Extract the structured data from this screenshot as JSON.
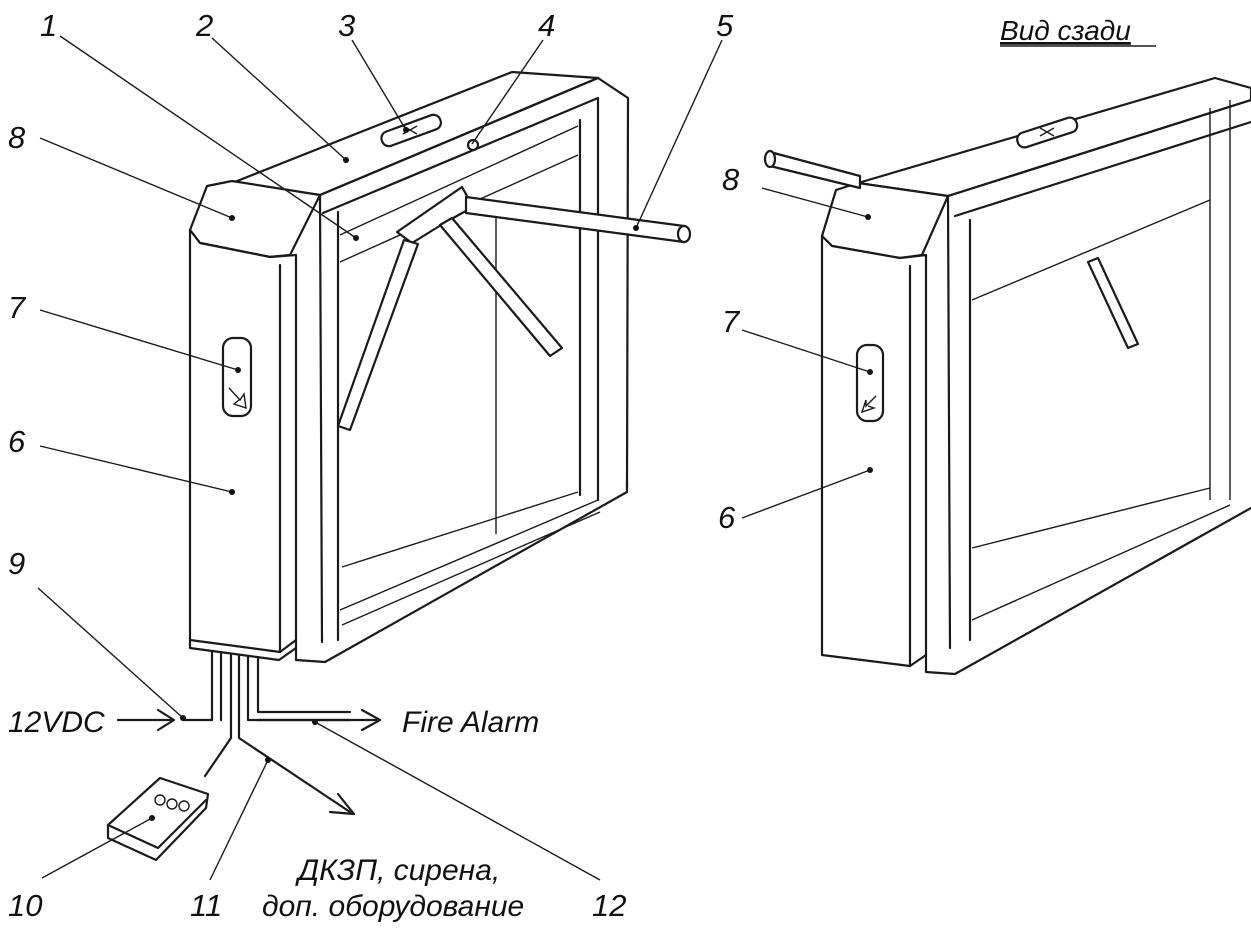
{
  "view_title": "Вид сзади",
  "callouts": [
    "1",
    "2",
    "3",
    "4",
    "5",
    "6",
    "7",
    "8",
    "9",
    "10",
    "11",
    "12"
  ],
  "rear_callouts": [
    "8",
    "7",
    "6"
  ],
  "connections": {
    "power": "12VDC",
    "fire_alarm": "Fire Alarm",
    "extra_line1": "ДКЗП, сирена,",
    "extra_line2": "доп. оборудование"
  }
}
